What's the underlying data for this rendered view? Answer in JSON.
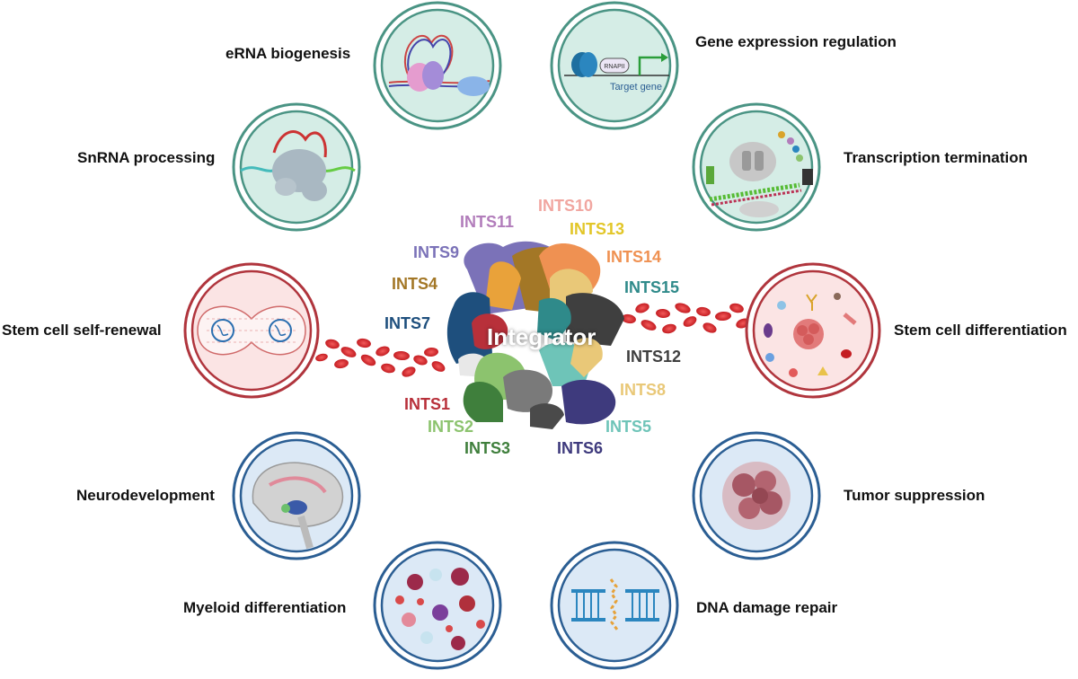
{
  "center": {
    "label": "Integrator"
  },
  "functions": {
    "erna": "eRNA biogenesis",
    "gene_expression": "Gene expression regulation",
    "snrna": "SnRNA processing",
    "termination": "Transcription termination",
    "stem_renewal": "Stem cell self-renewal",
    "stem_differentiation": "Stem cell differentiation",
    "neuro": "Neurodevelopment",
    "tumor": "Tumor suppression",
    "myeloid": "Myeloid differentiation",
    "dna_repair": "DNA damage repair"
  },
  "inset_text": {
    "rnapii": "RNAPII",
    "target_gene": "Target gene"
  },
  "subunits": {
    "ints1": {
      "label": "INTS1",
      "color": "#b8303a"
    },
    "ints2": {
      "label": "INTS2",
      "color": "#8cc36e"
    },
    "ints3": {
      "label": "INTS3",
      "color": "#3f7f3c"
    },
    "ints4": {
      "label": "INTS4",
      "color": "#a37726"
    },
    "ints5": {
      "label": "INTS5",
      "color": "#6ec4b8"
    },
    "ints6": {
      "label": "INTS6",
      "color": "#3e3a7d"
    },
    "ints7": {
      "label": "INTS7",
      "color": "#1e4f7d"
    },
    "ints8": {
      "label": "INTS8",
      "color": "#e9c878"
    },
    "ints9": {
      "label": "INTS9",
      "color": "#7b72b8"
    },
    "ints10": {
      "label": "INTS10",
      "color": "#f1a6a0"
    },
    "ints11": {
      "label": "INTS11",
      "color": "#b27dbb"
    },
    "ints12": {
      "label": "INTS12",
      "color": "#3f3f3f"
    },
    "ints13": {
      "label": "INTS13",
      "color": "#e2c628"
    },
    "ints14": {
      "label": "INTS14",
      "color": "#ef9152"
    },
    "ints15": {
      "label": "INTS15",
      "color": "#2f8a8a"
    }
  },
  "colors": {
    "teal_ring": "#4a9484",
    "teal_fill": "#d5ede6",
    "red_ring": "#b0353d",
    "red_fill": "#fbe4e4",
    "blue_ring": "#2b5e93",
    "blue_fill": "#dce9f6"
  }
}
